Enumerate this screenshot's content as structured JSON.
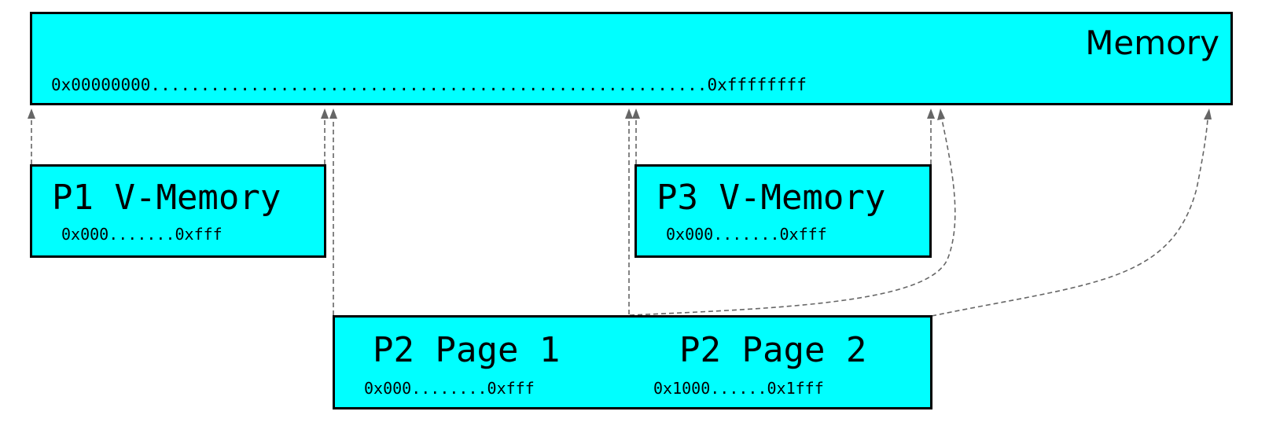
{
  "memory": {
    "title": "Memory",
    "range": "0x00000000........................................................0xffffffff"
  },
  "p1": {
    "title": "P1 V-Memory",
    "range": "0x000.......0xfff"
  },
  "p3": {
    "title": "P3 V-Memory",
    "range": "0x000.......0xfff"
  },
  "p2": {
    "page1": {
      "title": "P2 Page 1",
      "range": "0x000........0xfff"
    },
    "page2": {
      "title": "P2 Page 2",
      "range": "0x1000......0x1fff"
    }
  },
  "colors": {
    "box_fill": "#00ffff",
    "box_border": "#000000",
    "connector": "#666666"
  }
}
